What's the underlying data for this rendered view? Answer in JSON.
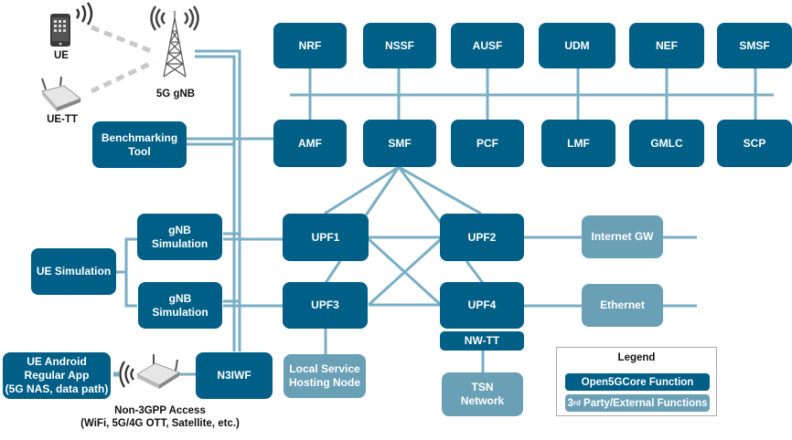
{
  "colors": {
    "core_function": "#005f87",
    "external_function": "#6aa0b6",
    "link": "#7aaec4",
    "radio_link": "#c8c8c8"
  },
  "devices": {
    "ue": {
      "label": "UE",
      "icon": "smartphone-icon"
    },
    "ue_tt": {
      "label": "UE-TT",
      "icon": "wifi-router-icon"
    },
    "gnb": {
      "label": "5G gNB",
      "icon": "cell-tower-icon"
    },
    "non3gpp": {
      "label_line1": "Non-3GPP Access",
      "label_line2": "(WiFi, 5G/4G OTT, Satellite, etc.)",
      "icon": "wifi-router-icon"
    }
  },
  "core": {
    "top_row": [
      "NRF",
      "NSSF",
      "AUSF",
      "UDM",
      "NEF",
      "SMSF"
    ],
    "bottom_row": [
      "AMF",
      "SMF",
      "PCF",
      "LMF",
      "GMLC",
      "SCP"
    ],
    "upf": [
      "UPF1",
      "UPF2",
      "UPF3",
      "UPF4"
    ],
    "n3iwf": "N3IWF",
    "nw_tt": "NW-TT"
  },
  "tools": {
    "benchmarking_line1": "Benchmarking",
    "benchmarking_line2": "Tool",
    "ue_simulation": "UE Simulation",
    "gnb_sim_line1": "gNB",
    "gnb_sim_line2": "Simulation",
    "ue_android_line1": "UE Android",
    "ue_android_line2": "Regular App",
    "ue_android_line3": "(5G NAS, data path)"
  },
  "external": {
    "internet_gw": "Internet GW",
    "ethernet": "Ethernet",
    "local_service_line1": "Local Service",
    "local_service_line2": "Hosting Node",
    "tsn_line1": "TSN",
    "tsn_line2": "Network"
  },
  "legend": {
    "title": "Legend",
    "core_item": "Open5GCore Function",
    "external_item_prefix": "3",
    "external_item_sup": "rd",
    "external_item_suffix": " Party/External Functions"
  }
}
